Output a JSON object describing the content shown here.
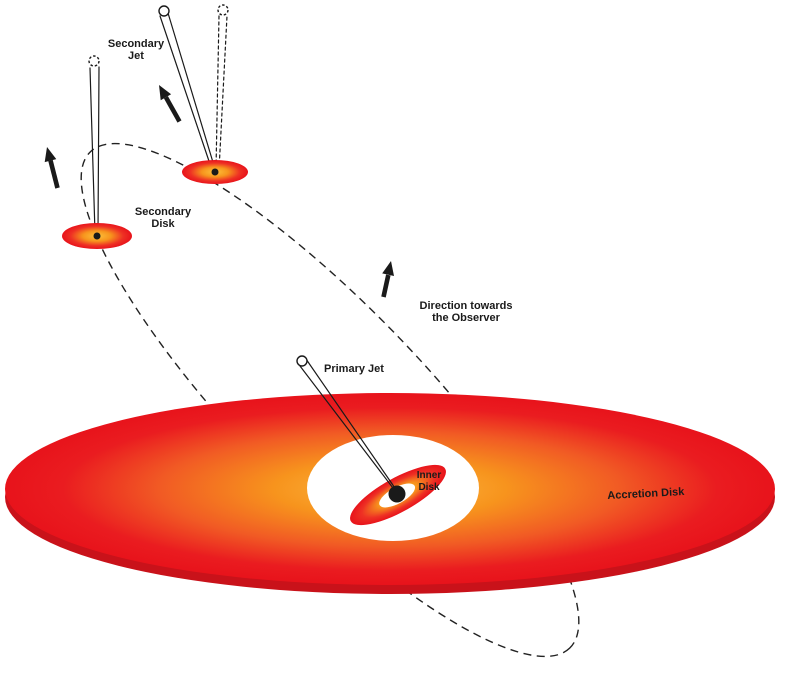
{
  "labels": {
    "secondary_jet": {
      "lines": [
        "Secondary",
        "Jet"
      ]
    },
    "secondary_disk": {
      "lines": [
        "Secondary",
        "Disk"
      ]
    },
    "direction_observer": {
      "lines": [
        "Direction towards",
        "the Observer"
      ]
    },
    "primary_jet": {
      "text": "Primary Jet"
    },
    "inner_disk": {
      "lines": [
        "Inner",
        "Disk"
      ]
    },
    "accretion_disk": {
      "text": "Accretion Disk"
    }
  },
  "colors": {
    "disk_center_light": "#fcb943",
    "disk_orange": "#f7941d",
    "disk_orange_red": "#f15a24",
    "disk_red": "#ea1c20",
    "disk_edge_red": "#e8131b",
    "disk_underside": "#c9121a",
    "hot_center_yellow": "#fdc13c",
    "hot_red": "#ee3124",
    "line_dark": "#1a1a1a",
    "white": "#ffffff"
  },
  "icons": {
    "precession_arrow_left": "bold-up-arrow",
    "precession_arrow_middle": "bold-up-arrow",
    "observer_direction_arrow": "bold-up-arrow"
  }
}
